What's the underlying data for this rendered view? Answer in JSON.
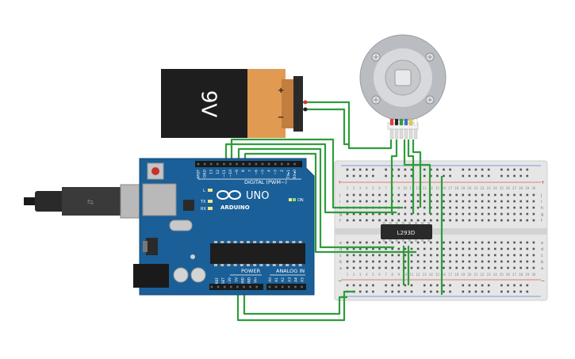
{
  "battery": {
    "label": "9V",
    "plus": "+",
    "minus": "−",
    "colors": {
      "body": "#1e1e1e",
      "cap": "#e19a52",
      "terminal": "#2a2a2a"
    }
  },
  "motor": {
    "label": "",
    "lead_colors": [
      "#e83a2f",
      "#222222",
      "#2e9d3a",
      "#3a6fd8",
      "#f0c93a",
      "#ffffff"
    ],
    "colors": {
      "body": "#b9bcc0",
      "ring": "#d7d9dc"
    }
  },
  "arduino": {
    "brand": "ARDUINO",
    "model": "UNO",
    "digital_label": "DIGITAL (PWM~)",
    "power_label": "POWER",
    "analog_label": "ANALOG IN",
    "on_label": "ON",
    "led_labels": [
      "L",
      "TX",
      "RX"
    ],
    "top_pins": [
      "AREF",
      "GND",
      "13",
      "12",
      "~11",
      "~10",
      "~9",
      "8",
      "7",
      "~6",
      "~5",
      "4",
      "~3",
      "2",
      "TX▸1",
      "RX◂0"
    ],
    "power_pins": [
      "IOREF",
      "RESET",
      "3.3V",
      "5V",
      "GND",
      "GND",
      "Vin"
    ],
    "analog_pins": [
      "A0",
      "A1",
      "A2",
      "A3",
      "A4",
      "A5"
    ],
    "colors": {
      "board": "#1a5f97",
      "board_edge": "#134a77"
    }
  },
  "chip": {
    "label": "L293D"
  },
  "breadboard": {
    "row_letters_top": [
      "j",
      "i",
      "h",
      "g",
      "f"
    ],
    "row_letters_bottom": [
      "e",
      "d",
      "c",
      "b",
      "a"
    ],
    "column_numbers": [
      "1",
      "2",
      "3",
      "4",
      "5",
      "6",
      "7",
      "8",
      "9",
      "10",
      "11",
      "12",
      "13",
      "14",
      "15",
      "16",
      "17",
      "18",
      "19",
      "20",
      "21",
      "22",
      "23",
      "24",
      "25",
      "26",
      "27",
      "28",
      "29",
      "30"
    ],
    "rail_plus": "+",
    "rail_minus": "−"
  },
  "wires": {
    "color": "#2e9d3a"
  }
}
